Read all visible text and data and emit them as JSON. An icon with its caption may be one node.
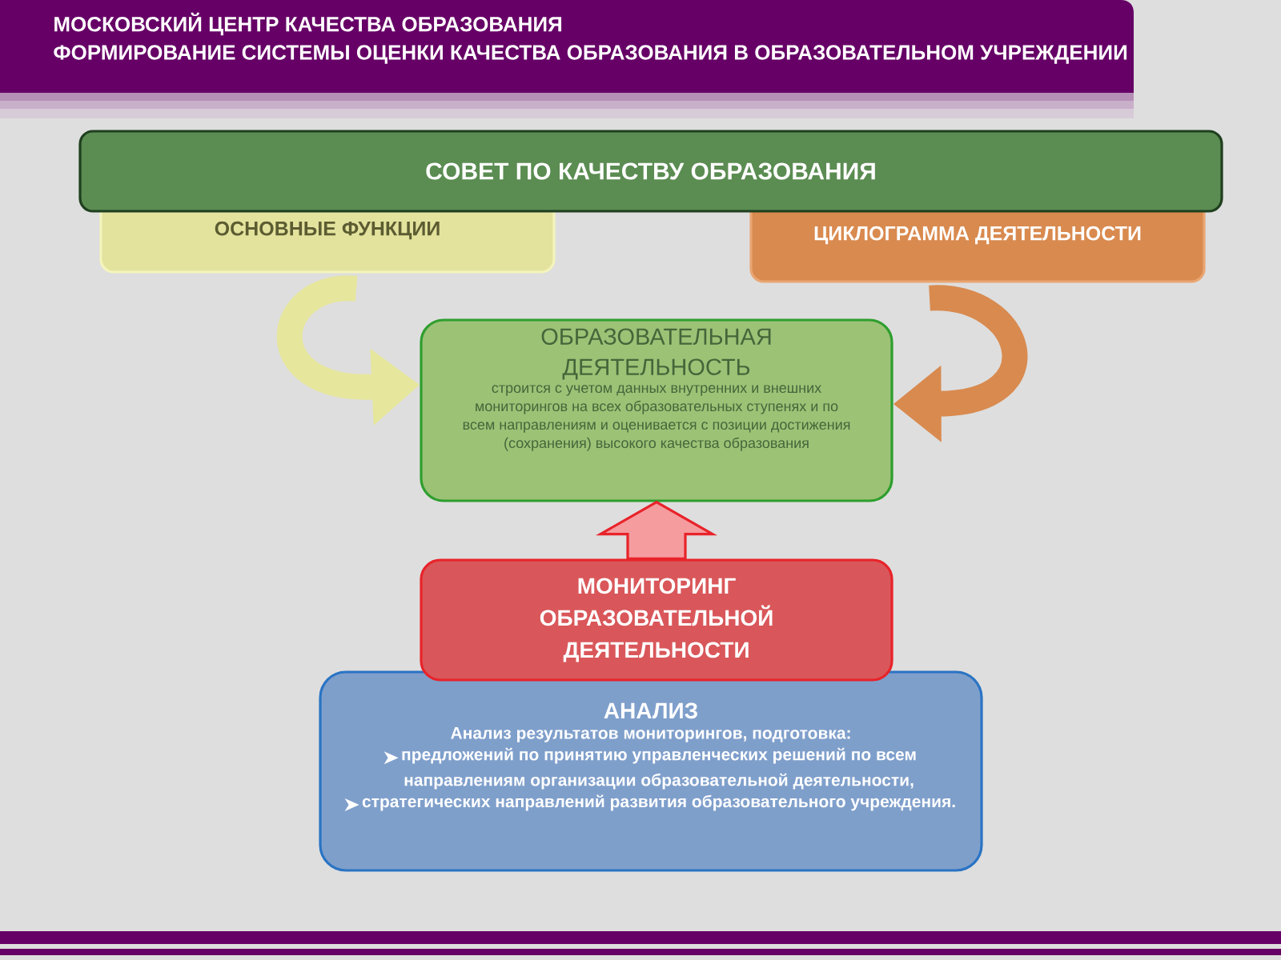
{
  "diagram": {
    "title": "ФОРМИРОВАНИЕ СИСТЕМЫ ОЦЕНКИ КАЧЕСТВА ОБРАЗОВАНИЯ В ОБРАЗОВАТЕЛЬНОМ УЧРЕЖДЕНИИ",
    "nodes": [
      {
        "text": [
          "СОВЕТ ПО КАЧЕСТВУ ОБРАЗОВАНИЯ"
        ]
      },
      {
        "text": [
          "ОСНОВНЫЕ ФУНКЦИИ"
        ]
      },
      {
        "text": [
          "ЦИКЛОГРАММА ДЕЯТЕЛЬНОСТИ"
        ]
      },
      {
        "text": [
          "ОБРАЗОВАТЕЛЬНАЯ ДЕЯТЕЛЬНОСТЬ",
          "строится с учетом данных внутренних и внешних мониторингов на всех образовательных ступенях и по всем направлениям и оценивается с позиции достижения (сохранения) высокого качества образования"
        ]
      },
      {
        "text": [
          "МОНИТОРИНГ ОБРАЗОВАТЕЛЬНОЙ ДЕЯТЕЛЬНОСТИ"
        ]
      },
      {
        "text": [
          "АНАЛИЗ",
          "Анализ результатов мониторингов, подготовка:",
          "предложений по принятию управленческих решений по всем направлениям организации образовательной деятельности,",
          "стратегических направлений развития образовательного учреждения."
        ]
      }
    ],
    "edges": [
      {
        "from": 1,
        "to": 3,
        "arrow": "to",
        "color": "#e6e69c"
      },
      {
        "from": 2,
        "to": 3,
        "arrow": "to",
        "color": "#d98a4f"
      },
      {
        "from": 4,
        "to": 3,
        "arrow": "to",
        "color": "#e8232a"
      }
    ],
    "labels": [
      "МОСКОВСКИЙ ЦЕНТР КАЧЕСТВА ОБРАЗОВАНИЯ"
    ]
  }
}
